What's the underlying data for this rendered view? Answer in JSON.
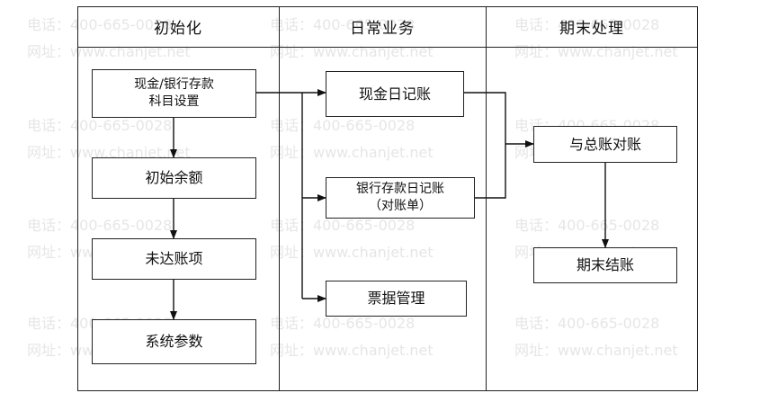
{
  "watermark": {
    "phone": "电话：400-665-0028",
    "site": "网址：www.chanjet.net"
  },
  "lanes": [
    {
      "title": "初始化"
    },
    {
      "title": "日常业务"
    },
    {
      "title": "期末处理"
    }
  ],
  "nodes": {
    "cash_bank_setup": {
      "line1": "现金/银行存款",
      "line2": "科目设置"
    },
    "opening_balance": {
      "label": "初始余额"
    },
    "outstanding_items": {
      "label": "未达账项"
    },
    "system_params": {
      "label": "系统参数"
    },
    "cash_journal": {
      "label": "现金日记账"
    },
    "bank_journal": {
      "line1": "银行存款日记账",
      "line2": "（对账单）"
    },
    "bill_management": {
      "label": "票据管理"
    },
    "reconcile_gl": {
      "label": "与总账对账"
    },
    "period_close": {
      "label": "期末结账"
    }
  }
}
